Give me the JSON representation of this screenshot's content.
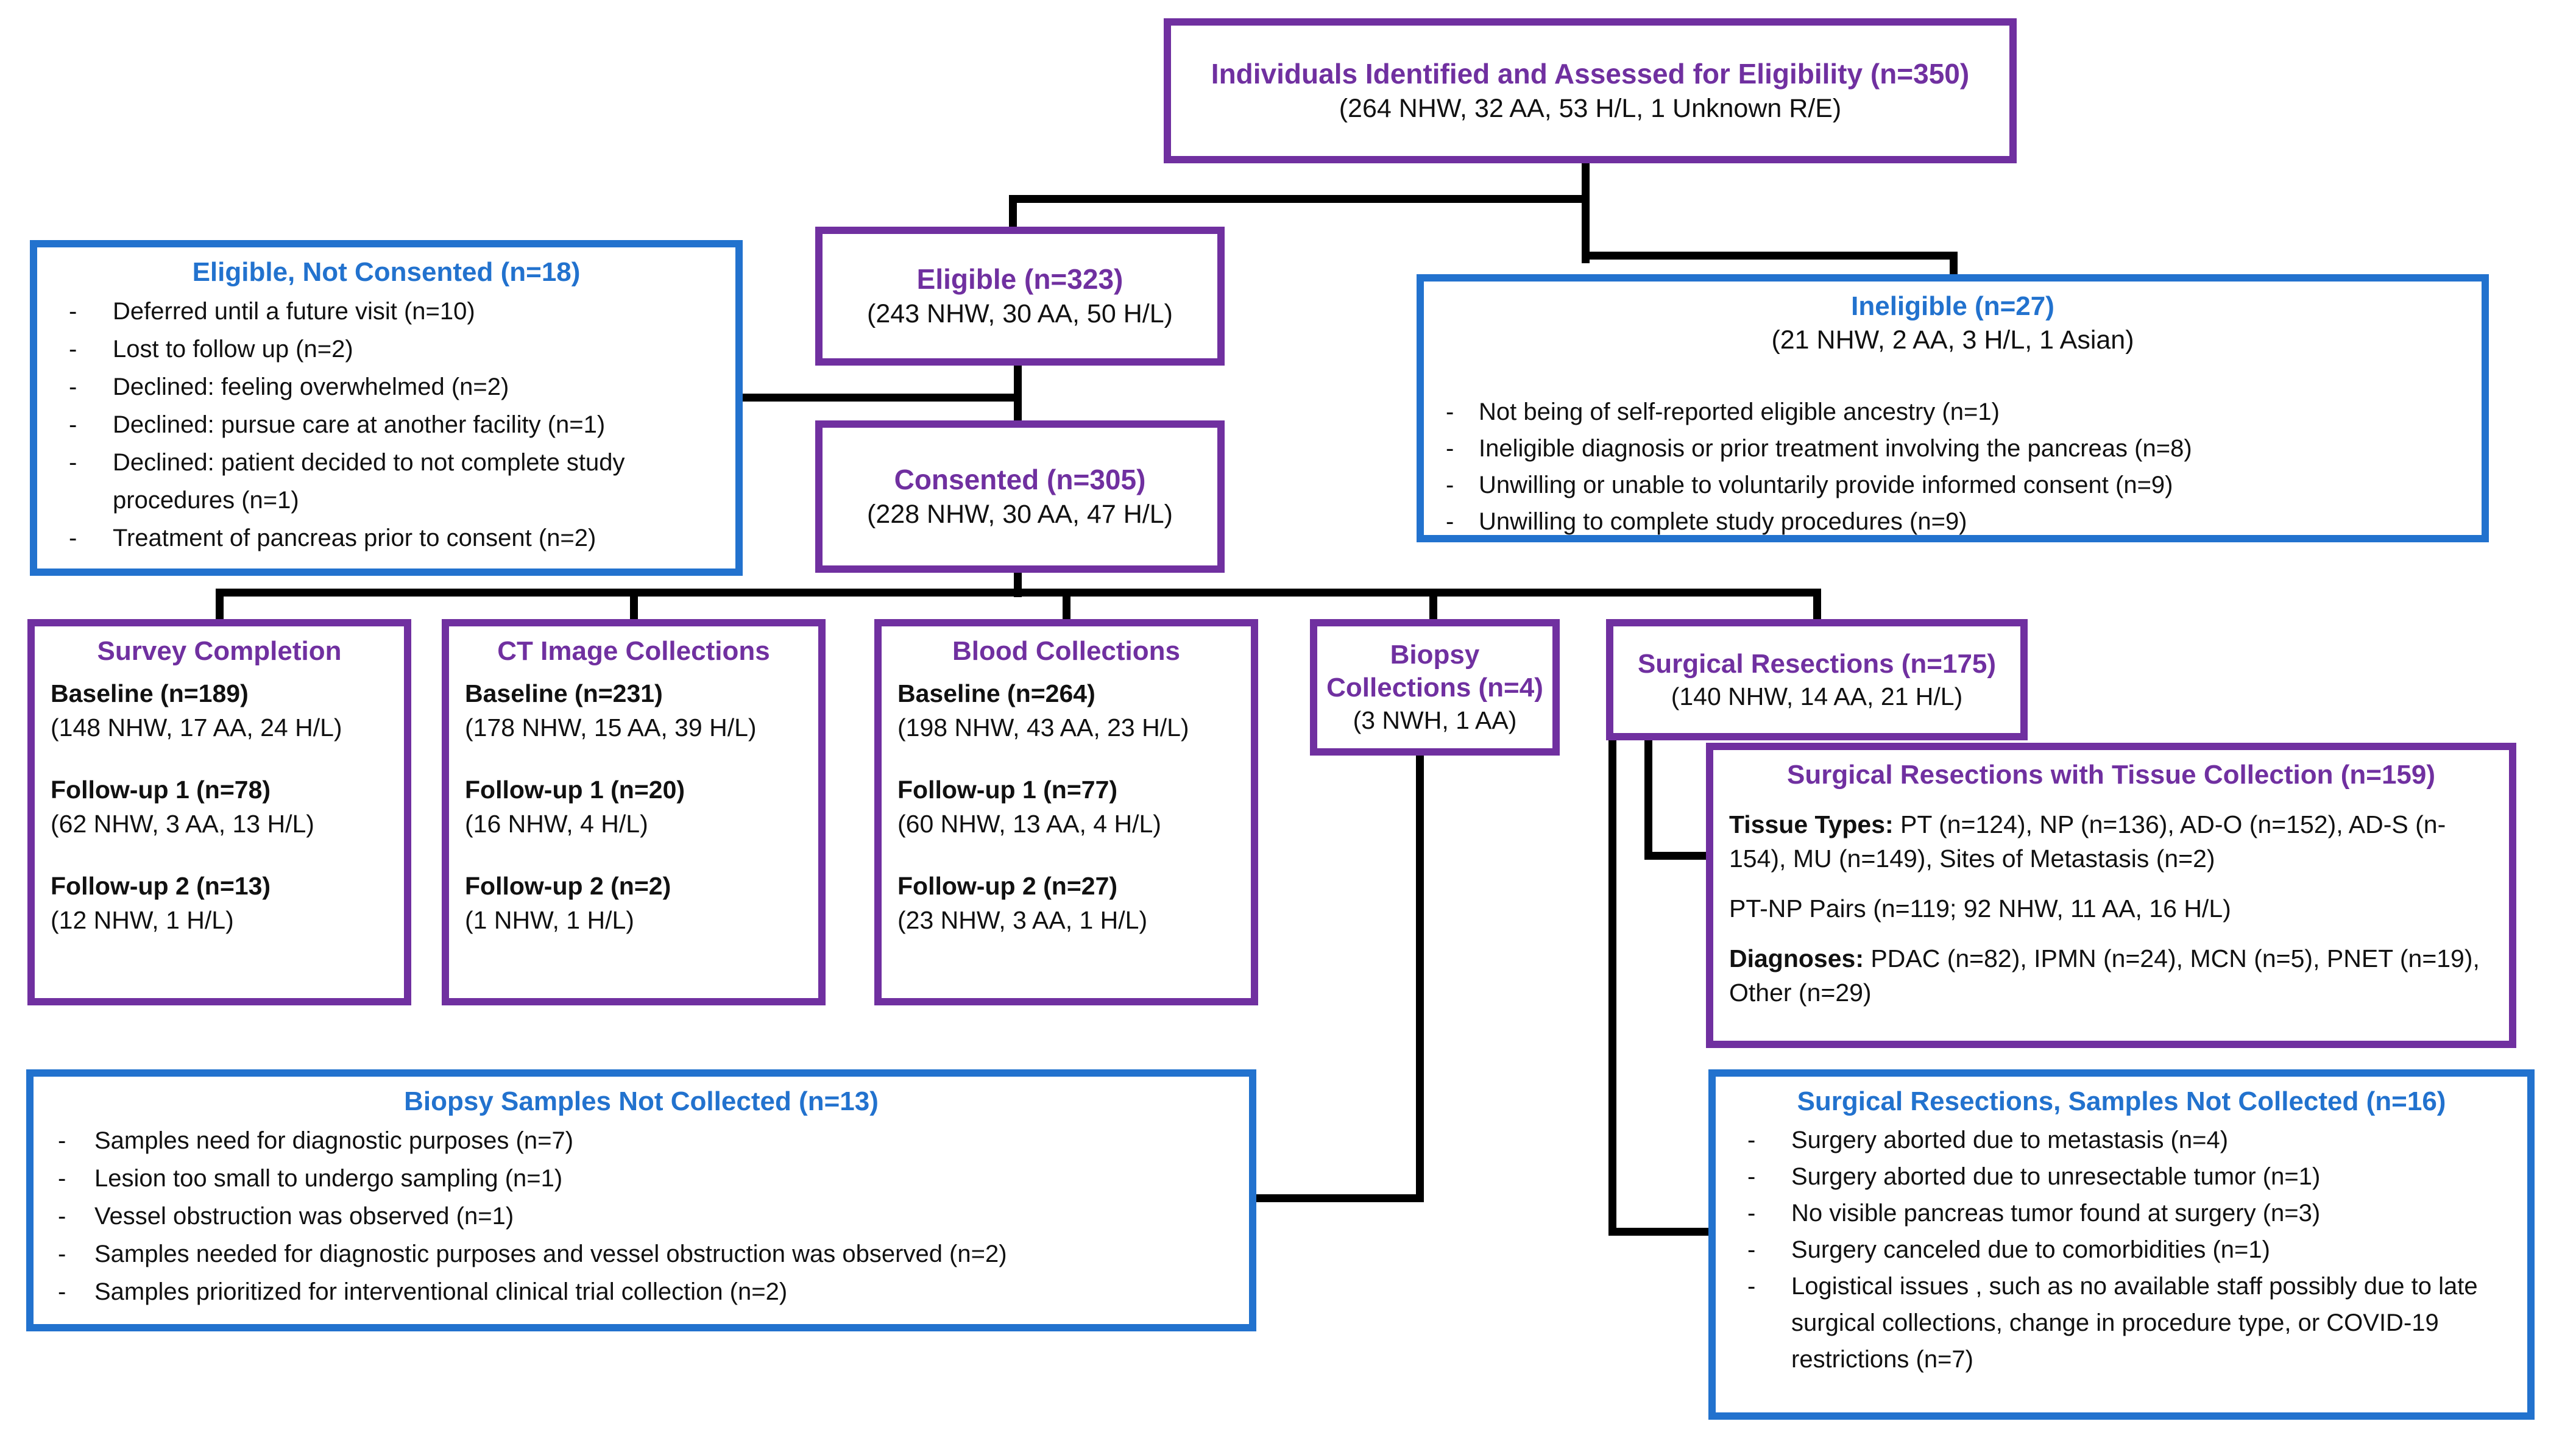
{
  "colors": {
    "purple": "#7030A0",
    "blue": "#2272CE",
    "line": "#000000",
    "body_text": "#111111"
  },
  "diagram": {
    "top": {
      "title": "Individuals Identified and Assessed for Eligibility (n=350)",
      "subtitle": "(264 NHW, 32 AA, 53 H/L, 1 Unknown R/E)"
    },
    "eligible_not_consented": {
      "title": "Eligible, Not Consented (n=18)",
      "items": [
        "Deferred until a future visit (n=10)",
        "Lost to follow up (n=2)",
        "Declined: feeling overwhelmed (n=2)",
        "Declined: pursue care at another facility (n=1)",
        "Declined: patient decided to not complete study procedures (n=1)",
        "Treatment of pancreas prior to consent (n=2)"
      ]
    },
    "eligible": {
      "title": "Eligible (n=323)",
      "subtitle": "(243 NHW, 30 AA, 50 H/L)"
    },
    "ineligible": {
      "title": "Ineligible (n=27)",
      "subtitle": "(21 NHW, 2 AA, 3 H/L, 1 Asian)",
      "items": [
        "Not being of self-reported eligible ancestry (n=1)",
        "Ineligible diagnosis or prior treatment involving the pancreas (n=8)",
        "Unwilling or unable to voluntarily provide informed consent (n=9)",
        "Unwilling to complete study procedures (n=9)"
      ]
    },
    "consented": {
      "title": "Consented (n=305)",
      "subtitle": "(228 NHW, 30 AA, 47 H/L)"
    },
    "survey": {
      "title": "Survey Completion",
      "groups": [
        {
          "label": "Baseline (n=189)",
          "detail": "(148 NHW, 17 AA, 24 H/L)"
        },
        {
          "label": "Follow-up 1 (n=78)",
          "detail": "(62 NHW, 3 AA, 13 H/L)"
        },
        {
          "label": "Follow-up 2 (n=13)",
          "detail": "(12 NHW, 1 H/L)"
        }
      ]
    },
    "ct": {
      "title": "CT Image Collections",
      "groups": [
        {
          "label": "Baseline (n=231)",
          "detail": "(178 NHW, 15 AA, 39 H/L)"
        },
        {
          "label": "Follow-up 1 (n=20)",
          "detail": "(16 NHW, 4 H/L)"
        },
        {
          "label": "Follow-up 2 (n=2)",
          "detail": "(1 NHW, 1 H/L)"
        }
      ]
    },
    "blood": {
      "title": "Blood Collections",
      "groups": [
        {
          "label": "Baseline (n=264)",
          "detail": "(198 NHW, 43 AA, 23 H/L)"
        },
        {
          "label": "Follow-up 1 (n=77)",
          "detail": "(60 NHW, 13 AA, 4 H/L)"
        },
        {
          "label": "Follow-up 2 (n=27)",
          "detail": "(23 NHW, 3 AA, 1 H/L)"
        }
      ]
    },
    "biopsy": {
      "title": "Biopsy Collections (n=4)",
      "subtitle": "(3 NWH, 1 AA)"
    },
    "surgical": {
      "title": "Surgical Resections (n=175)",
      "subtitle": "(140 NHW, 14 AA, 21 H/L)"
    },
    "tissue": {
      "title": "Surgical Resections with Tissue Collection (n=159)",
      "p1_lead": "Tissue Types:",
      "p1_text": " PT (n=124), NP (n=136), AD-O (n=152), AD-S (n-154), MU (n=149), Sites of Metastasis (n=2)",
      "p2_text": "PT-NP Pairs (n=119; 92 NHW, 11 AA, 16 H/L)",
      "p3_lead": "Diagnoses:",
      "p3_text": " PDAC (n=82), IPMN (n=24), MCN (n=5), PNET (n=19), Other (n=29)"
    },
    "biopsy_not_collected": {
      "title": "Biopsy Samples Not Collected (n=13)",
      "items": [
        "Samples need for diagnostic purposes (n=7)",
        "Lesion too small to undergo sampling (n=1)",
        "Vessel obstruction was observed (n=1)",
        "Samples needed for diagnostic purposes and vessel obstruction was observed (n=2)",
        "Samples prioritized for interventional clinical trial collection (n=2)"
      ]
    },
    "surgical_not_collected": {
      "title": "Surgical Resections, Samples Not Collected (n=16)",
      "items": [
        "Surgery aborted due to metastasis (n=4)",
        "Surgery aborted due to unresectable tumor (n=1)",
        "No visible pancreas tumor found at surgery (n=3)",
        "Surgery canceled due to comorbidities (n=1)",
        "Logistical issues , such as no available staff possibly due to late surgical collections, change in procedure type, or COVID-19 restrictions (n=7)"
      ]
    }
  }
}
